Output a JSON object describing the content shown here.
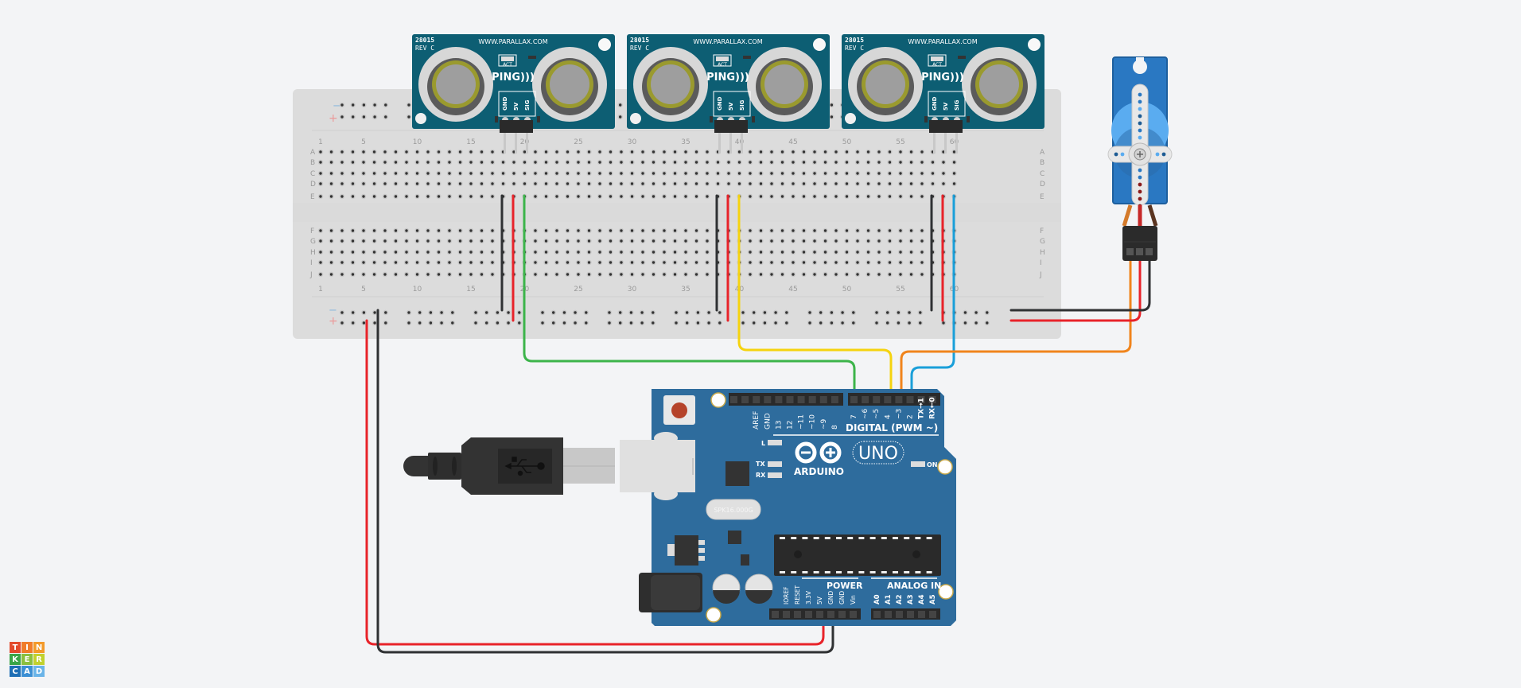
{
  "app": {
    "name": "Tinkercad",
    "logo_letters": [
      "T",
      "I",
      "N",
      "K",
      "E",
      "R",
      "C",
      "A",
      "D"
    ],
    "logo_colors": [
      "#e34b2d",
      "#f07c2a",
      "#f39a2b",
      "#3aa547",
      "#8bbf3e",
      "#c2d12e",
      "#1e6fb5",
      "#3b8fd4",
      "#6ab4e8"
    ]
  },
  "breadboard": {
    "top_rail_labels": [
      "−",
      "+"
    ],
    "bottom_rail_labels": [
      "−",
      "+"
    ],
    "row_labels_top": [
      "A",
      "B",
      "C",
      "D",
      "E"
    ],
    "row_labels_bottom": [
      "F",
      "G",
      "H",
      "I",
      "J"
    ],
    "column_numbers": [
      "1",
      "5",
      "10",
      "15",
      "20",
      "25",
      "30",
      "35",
      "40",
      "45",
      "50",
      "55",
      "60"
    ],
    "column_count": 60
  },
  "sensors": [
    {
      "part": "28015",
      "rev": "REV C",
      "url": "WWW.PARALLAX.COM",
      "logo": "PING)))",
      "led_label": "ACT",
      "pins": [
        "GND",
        "5V",
        "SIG"
      ],
      "signal_wire_color": "#3cb44a",
      "arduino_pin": "7"
    },
    {
      "part": "28015",
      "rev": "REV C",
      "url": "WWW.PARALLAX.COM",
      "logo": "PING)))",
      "led_label": "ACT",
      "pins": [
        "GND",
        "5V",
        "SIG"
      ],
      "signal_wire_color": "#f5d30f",
      "arduino_pin": "4"
    },
    {
      "part": "28015",
      "rev": "REV C",
      "url": "WWW.PARALLAX.COM",
      "logo": "PING)))",
      "led_label": "ACT",
      "pins": [
        "GND",
        "5V",
        "SIG"
      ],
      "signal_wire_color": "#1a9fd9",
      "arduino_pin": "2"
    }
  ],
  "servo": {
    "signal_wire_color": "#f0841c",
    "arduino_pin": "3"
  },
  "arduino": {
    "brand": "ARDUINO",
    "model": "UNO",
    "digital_header_label": "DIGITAL (PWM ~)",
    "digital_pins_left": [
      "AREF",
      "GND",
      "13",
      "12",
      "~11",
      "~10",
      "~9",
      "8"
    ],
    "digital_pins_right": [
      "7",
      "~6",
      "~5",
      "4",
      "~3",
      "2",
      "TX→1",
      "RX←0"
    ],
    "led_labels": [
      "L",
      "TX",
      "RX"
    ],
    "on_label": "ON",
    "crystal_label": "SPK16.000G",
    "power_header_label": "POWER",
    "power_pins": [
      "IOREF",
      "RESET",
      "3.3V",
      "5V",
      "GND",
      "GND",
      "Vin"
    ],
    "analog_header_label": "ANALOG IN",
    "analog_pins": [
      "A0",
      "A1",
      "A2",
      "A3",
      "A4",
      "A5"
    ]
  },
  "wire_colors": {
    "ground": "#2f3133",
    "power": "#e8232a",
    "green": "#3cb44a",
    "yellow": "#f5d30f",
    "orange": "#f0841c",
    "blue": "#1a9fd9"
  }
}
